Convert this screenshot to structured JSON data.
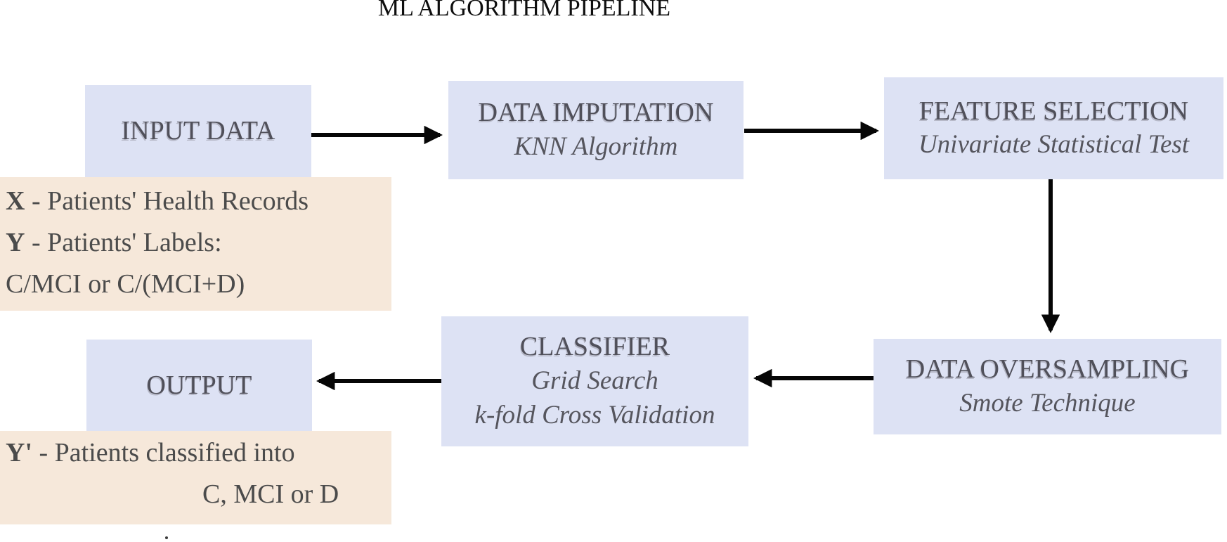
{
  "title": "ML ALGORITHM PIPELINE",
  "colors": {
    "node_fill": "#dde2f4",
    "note_fill": "#f6e8da",
    "node_text": "#50505a",
    "note_text": "#4b4b4b",
    "arrow": "#060606",
    "title_text": "#0e0e0e"
  },
  "nodes": [
    {
      "id": "input-data",
      "label": "INPUT DATA",
      "sub": []
    },
    {
      "id": "data-imputation",
      "label": "DATA IMPUTATION",
      "sub": [
        "KNN Algorithm"
      ]
    },
    {
      "id": "feature-selection",
      "label": "FEATURE SELECTION",
      "sub": [
        "Univariate Statistical Test"
      ]
    },
    {
      "id": "data-oversampling",
      "label": "DATA OVERSAMPLING",
      "sub": [
        "Smote Technique"
      ]
    },
    {
      "id": "classifier",
      "label": "CLASSIFIER",
      "sub": [
        "Grid Search",
        "k-fold Cross Validation"
      ]
    },
    {
      "id": "output",
      "label": "OUTPUT",
      "sub": []
    }
  ],
  "notes": [
    {
      "id": "input-note",
      "lines": [
        {
          "bold": "X",
          "rest": " - Patients' Health Records"
        },
        {
          "bold": "Y",
          "rest": " - Patients' Labels:"
        },
        {
          "bold": "",
          "rest": "C/MCI or C/(MCI+D)"
        }
      ]
    },
    {
      "id": "output-note",
      "lines": [
        {
          "bold": "Y'",
          "rest": " - Patients classified into"
        },
        {
          "bold": "",
          "rest": "C, MCI or D"
        }
      ]
    }
  ],
  "arrows": [
    {
      "id": "input-to-imputation",
      "from": "input-data",
      "to": "data-imputation"
    },
    {
      "id": "imputation-to-selection",
      "from": "data-imputation",
      "to": "feature-selection"
    },
    {
      "id": "selection-to-oversampling",
      "from": "feature-selection",
      "to": "data-oversampling"
    },
    {
      "id": "oversampling-to-classifier",
      "from": "data-oversampling",
      "to": "classifier"
    },
    {
      "id": "classifier-to-output",
      "from": "classifier",
      "to": "output"
    }
  ]
}
